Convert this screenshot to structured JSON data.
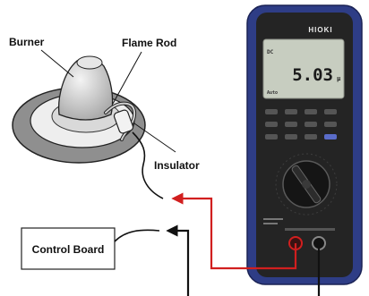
{
  "labels": {
    "burner": "Burner",
    "flame_rod": "Flame Rod",
    "insulator": "Insulator",
    "control_board": "Control Board"
  },
  "meter": {
    "brand": "HIOKI",
    "reading": "5.03",
    "reading_unit": "μ",
    "lcd_small_top": "DC",
    "lcd_small_bottom": "Auto"
  },
  "colors": {
    "probe_red": "#d11f1f",
    "probe_black": "#111111",
    "meter_body": "#2e3d86",
    "meter_face": "#242424",
    "lcd": "#c7cdc0",
    "burner_ring": "#8f8f8f",
    "burner_cone": "#d4d4d4"
  },
  "icons": {
    "probe_arrow": "arrow-left-icon",
    "rotary_dial": "rotary-dial-icon"
  }
}
